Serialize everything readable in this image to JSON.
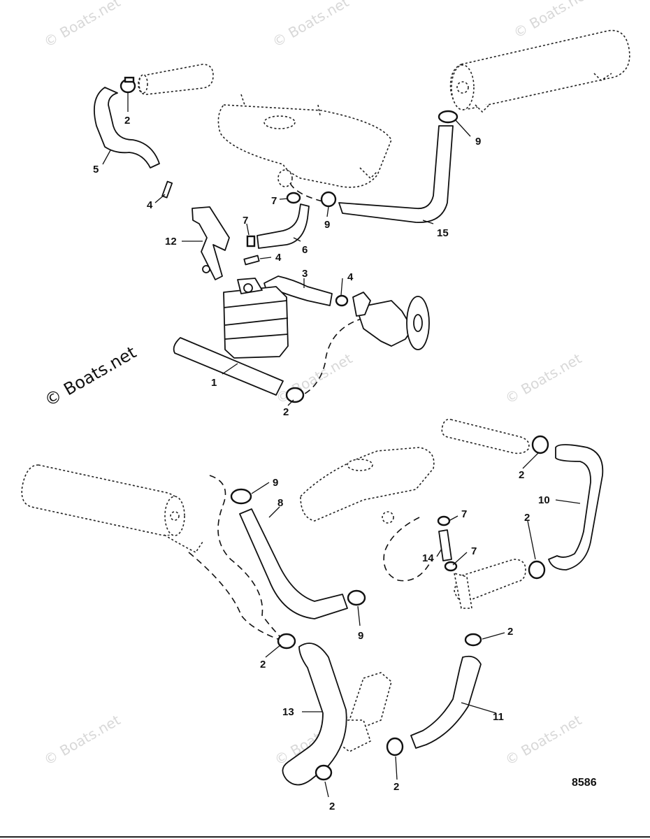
{
  "watermark": {
    "text": "© Boats.net",
    "main_text": "© Boats.net"
  },
  "figure_number": "8586",
  "callouts": {
    "c1": "1",
    "c2a": "2",
    "c2b": "2",
    "c2c": "2",
    "c2d": "2",
    "c2e": "2",
    "c2f": "2",
    "c2g": "2",
    "c2h": "2",
    "c3": "3",
    "c4a": "4",
    "c4b": "4",
    "c4c": "4",
    "c5": "5",
    "c6": "6",
    "c7a": "7",
    "c7b": "7",
    "c7c": "7",
    "c7d": "7",
    "c8": "8",
    "c9a": "9",
    "c9b": "9",
    "c9c": "9",
    "c9d": "9",
    "c10": "10",
    "c11": "11",
    "c12": "12",
    "c13": "13",
    "c14": "14",
    "c15": "15"
  },
  "colors": {
    "line": "#111111",
    "watermark": "#d8d8d8",
    "background": "#ffffff"
  }
}
